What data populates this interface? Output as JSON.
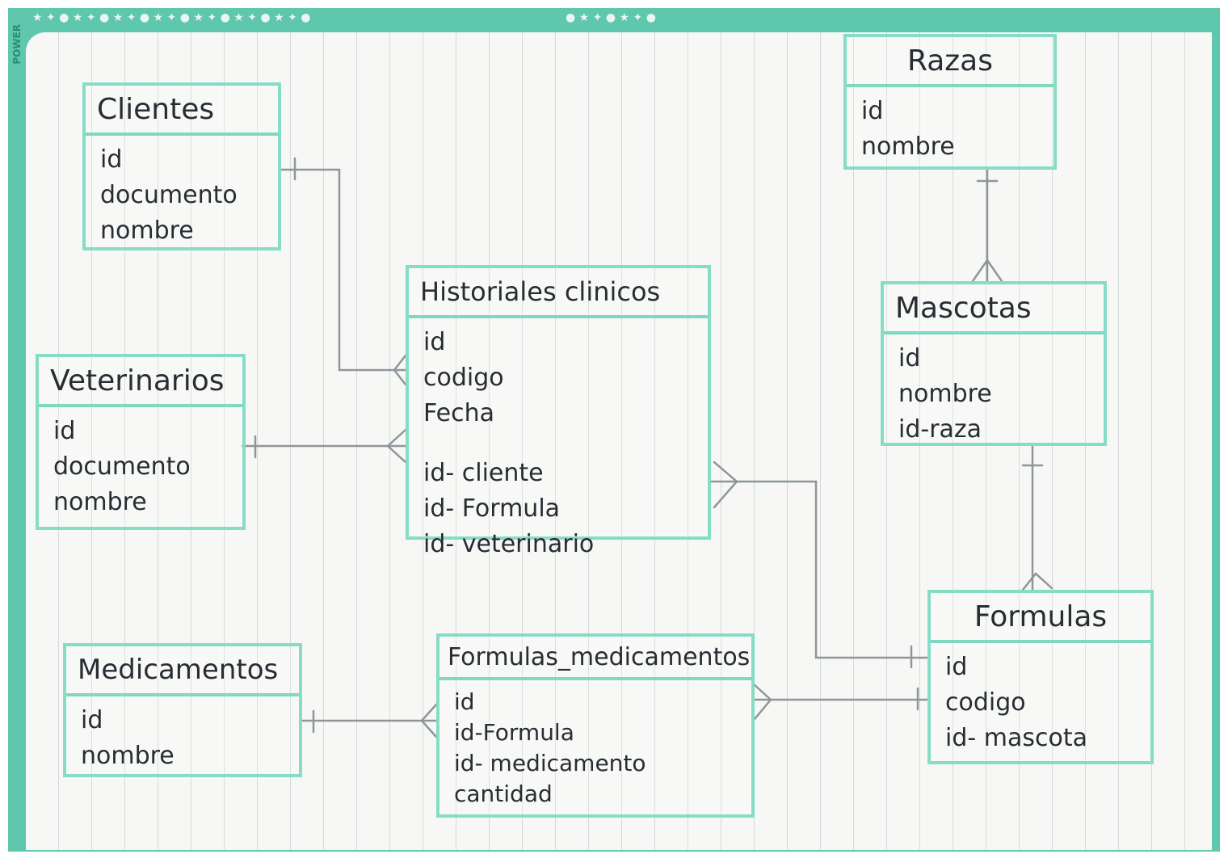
{
  "diagram": {
    "entities": {
      "clientes": {
        "name": "Clientes",
        "fields": [
          "id",
          "documento",
          "nombre"
        ]
      },
      "veterinarios": {
        "name": "Veterinarios",
        "fields": [
          "id",
          "documento",
          "nombre"
        ]
      },
      "historiales": {
        "name": "Historiales clinicos",
        "fields": [
          "id",
          "codigo",
          "Fecha",
          "id- cliente",
          "id- Formula",
          "id- veterinario"
        ]
      },
      "razas": {
        "name": "Razas",
        "fields": [
          "id",
          "nombre"
        ]
      },
      "mascotas": {
        "name": "Mascotas",
        "fields": [
          "id",
          "nombre",
          "id-raza"
        ]
      },
      "formulas": {
        "name": "Formulas",
        "fields": [
          "id",
          "codigo",
          "id- mascota"
        ]
      },
      "medicamentos": {
        "name": "Medicamentos",
        "fields": [
          "id",
          "nombre"
        ]
      },
      "formulas_medicamentos": {
        "name": "Formulas_medicamentos",
        "fields": [
          "id",
          "id-Formula",
          "id- medicamento",
          "cantidad"
        ]
      }
    },
    "relationships": [
      {
        "from": "Clientes",
        "to": "Historiales clinicos",
        "from_cardinality": "one",
        "to_cardinality": "many"
      },
      {
        "from": "Veterinarios",
        "to": "Historiales clinicos",
        "from_cardinality": "one",
        "to_cardinality": "many"
      },
      {
        "from": "Razas",
        "to": "Mascotas",
        "from_cardinality": "one",
        "to_cardinality": "many"
      },
      {
        "from": "Mascotas",
        "to": "Formulas",
        "from_cardinality": "one",
        "to_cardinality": "many"
      },
      {
        "from": "Formulas",
        "to": "Historiales clinicos",
        "from_cardinality": "one",
        "to_cardinality": "many"
      },
      {
        "from": "Formulas",
        "to": "Formulas_medicamentos",
        "from_cardinality": "one",
        "to_cardinality": "many"
      },
      {
        "from": "Medicamentos",
        "to": "Formulas_medicamentos",
        "from_cardinality": "one",
        "to_cardinality": "many"
      }
    ]
  },
  "colors": {
    "border": "#5fc7ad",
    "entity_outline": "#86dcc6",
    "connector": "#8e969a",
    "ink": "#262d33"
  },
  "decorations": {
    "brand_text": "POWER"
  }
}
